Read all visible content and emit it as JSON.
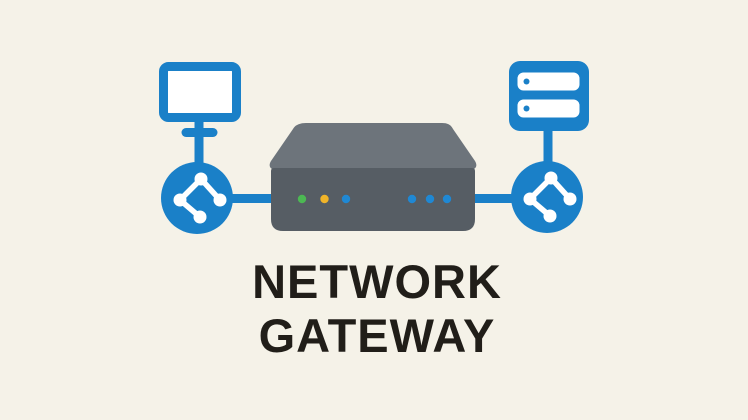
{
  "title": {
    "line1": "NETWORK",
    "line2": "GATEWAY"
  },
  "illustration": {
    "left_device": "desktop-monitor",
    "left_node": "network-node",
    "center_device": "gateway-box",
    "right_node": "network-node",
    "right_device": "server",
    "leds_left": [
      "green",
      "amber",
      "blue"
    ],
    "leds_right": [
      "blue",
      "blue",
      "blue"
    ]
  },
  "colors": {
    "background": "#f5f2e8",
    "blue": "#1a80c8",
    "box_top": "#6d747b",
    "box_front": "#565d64",
    "led_green": "#4cb853",
    "led_amber": "#f0b429",
    "led_blue": "#1f88d4",
    "icon_white": "#ffffff",
    "text": "#211e19"
  }
}
